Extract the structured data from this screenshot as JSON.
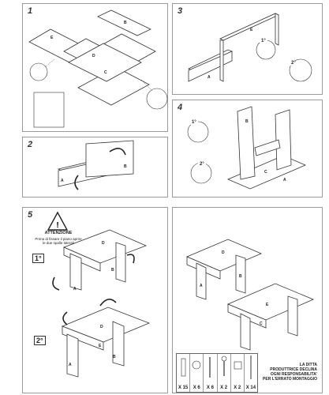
{
  "panels": {
    "p1": {
      "number": "1"
    },
    "p2": {
      "number": "2"
    },
    "p3": {
      "number": "3"
    },
    "p4": {
      "number": "4"
    },
    "p5": {
      "number": "5"
    }
  },
  "steps": {
    "first": "1°",
    "second": "2°"
  },
  "part_labels": {
    "A": "A",
    "B": "B",
    "C": "C",
    "D": "D",
    "E": "E"
  },
  "warning": {
    "title": "ATTENZIONE",
    "text": "Prima di fissare il piano aprire le due spalle laterali"
  },
  "caption": {
    "line1": "LA DITTA",
    "line2": "PRODUTTRICE DECLINA",
    "line3": "OGNI RESPONSABILITA'",
    "line4": "PER L'ERRATO MONTAGGIO"
  },
  "hardware": [
    {
      "icon": "dowel-icon",
      "qty": "X 15"
    },
    {
      "icon": "cam-lock-icon",
      "qty": "X 6"
    },
    {
      "icon": "screw-icon",
      "qty": "X 6"
    },
    {
      "icon": "bolt-icon",
      "qty": "X 2"
    },
    {
      "icon": "connector-icon",
      "qty": "X 2"
    },
    {
      "icon": "long-screw-icon",
      "qty": "X 14"
    }
  ]
}
